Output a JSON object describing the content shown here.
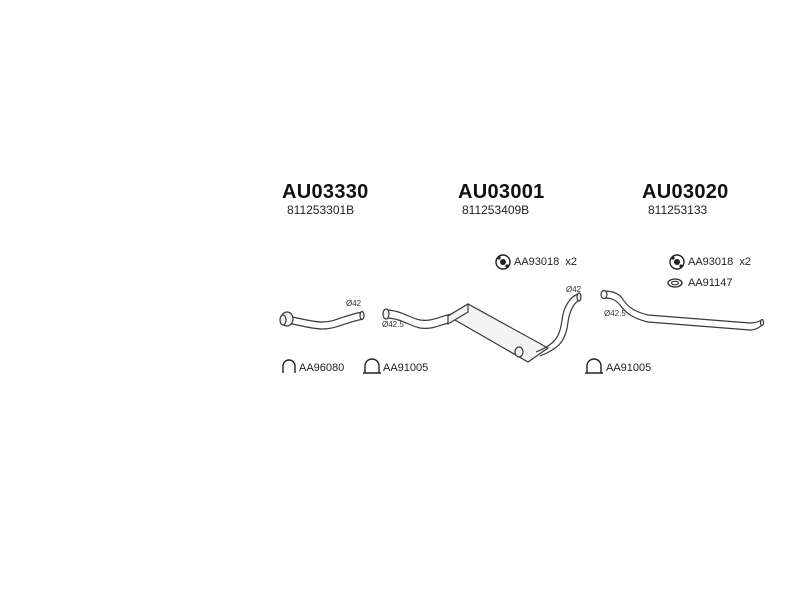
{
  "assemblies": [
    {
      "code": "AU03330",
      "oem": "811253301B"
    },
    {
      "code": "AU03001",
      "oem": "811253409B"
    },
    {
      "code": "AU03020",
      "oem": "811253133"
    }
  ],
  "parts": {
    "clamp_left": "AA96080",
    "bracket_left": "AA91005",
    "mount_center": "AA93018",
    "mount_center_qty": "x2",
    "mount_right": "AA93018",
    "mount_right_qty": "x2",
    "ring_right": "AA91147",
    "bracket_right": "AA91005"
  },
  "dimensions": {
    "front_pipe_outlet": "Ø42",
    "center_inlet": "Ø42.5",
    "center_outlet": "Ø42",
    "rear_inlet": "Ø42.5"
  }
}
